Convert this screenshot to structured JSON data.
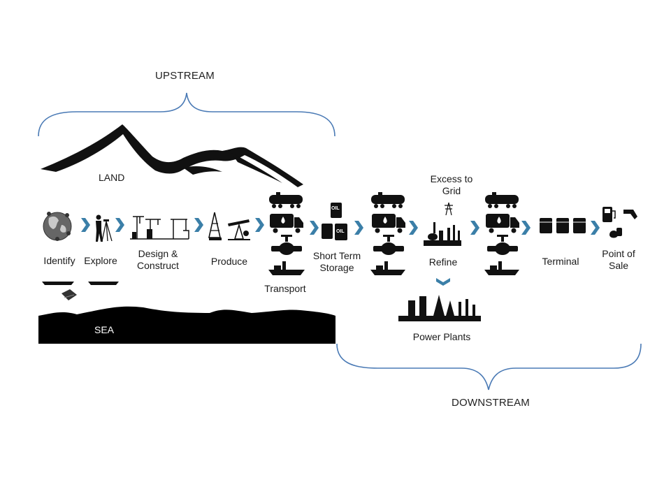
{
  "sections": {
    "upstream": "UPSTREAM",
    "downstream": "DOWNSTREAM",
    "land": "LAND",
    "sea": "SEA"
  },
  "steps": {
    "identify": "Identify",
    "explore": "Explore",
    "design_construct": "Design &\nConstruct",
    "produce": "Produce",
    "transport": "Transport",
    "short_term_storage": "Short Term\nStorage",
    "refine": "Refine",
    "excess_to_grid": "Excess to\nGrid",
    "power_plants": "Power Plants",
    "terminal": "Terminal",
    "point_of_sale": "Point of\nSale"
  },
  "icon_text": {
    "oil_barrel_top": "OIL",
    "oil_barrel_bottom": "OIL"
  },
  "colors": {
    "brace": "#4a7ab5",
    "chevron": "#3b7fa8",
    "ink": "#111111",
    "sea": "#000000"
  },
  "icons": [
    "globe-icon",
    "surveyor-icon",
    "crane-icon",
    "oil-rig-icon",
    "pumpjack-icon",
    "rail-tank-car-icon",
    "tanker-truck-icon",
    "pipeline-valve-icon",
    "ship-icon",
    "oil-barrel-icon",
    "refinery-icon",
    "power-line-icon",
    "power-plant-icon",
    "storage-tank-icon",
    "fuel-pump-icon",
    "fuel-nozzle-icon"
  ]
}
